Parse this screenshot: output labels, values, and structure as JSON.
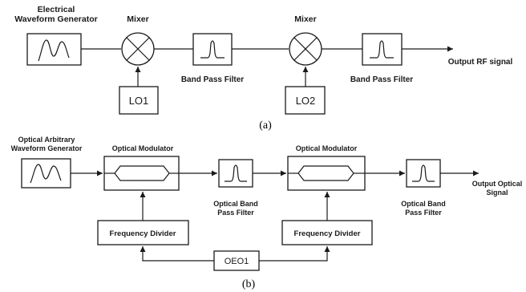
{
  "diagram_a": {
    "caption": "(a)",
    "generator_label_line1": "Electrical",
    "generator_label_line2": "Waveform Generator",
    "mixer1_label": "Mixer",
    "mixer2_label": "Mixer",
    "filter1_label": "Band Pass Filter",
    "filter2_label": "Band Pass Filter",
    "lo1_label": "LO1",
    "lo2_label": "LO2",
    "output_label": "Output RF signal"
  },
  "diagram_b": {
    "caption": "(b)",
    "generator_label_line1": "Optical Arbitrary",
    "generator_label_line2": "Waveform Generator",
    "modulator1_label": "Optical Modulator",
    "modulator2_label": "Optical Modulator",
    "filter1_label_line1": "Optical Band",
    "filter1_label_line2": "Pass Filter",
    "filter2_label_line1": "Optical Band",
    "filter2_label_line2": "Pass Filter",
    "divider1_label": "Frequency Divider",
    "divider2_label": "Frequency Divider",
    "oeo_label": "OEO1",
    "output_label_line1": "Output Optical",
    "output_label_line2": "Signal"
  }
}
